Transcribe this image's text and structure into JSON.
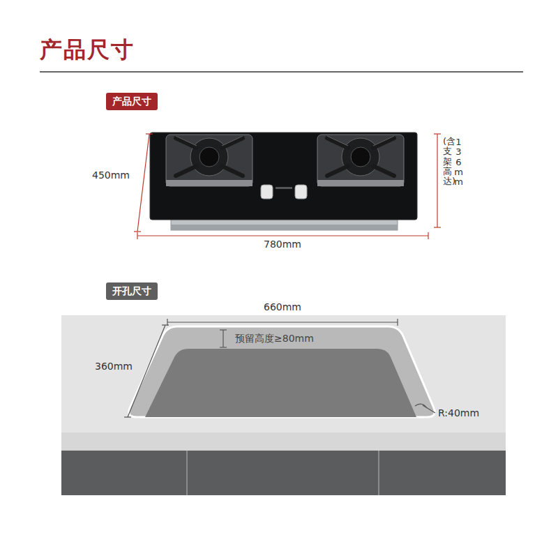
{
  "diagram": {
    "title": "产品尺寸",
    "nodes": [
      {
        "text": [
          "产品尺寸"
        ]
      },
      {
        "text": [
          "开孔尺寸"
        ]
      }
    ],
    "labels": [
      "450mm",
      "780mm",
      "136mm",
      "(含支架高达)",
      "660mm",
      "360mm",
      "预留高度≥80mm",
      "R:40mm"
    ]
  }
}
